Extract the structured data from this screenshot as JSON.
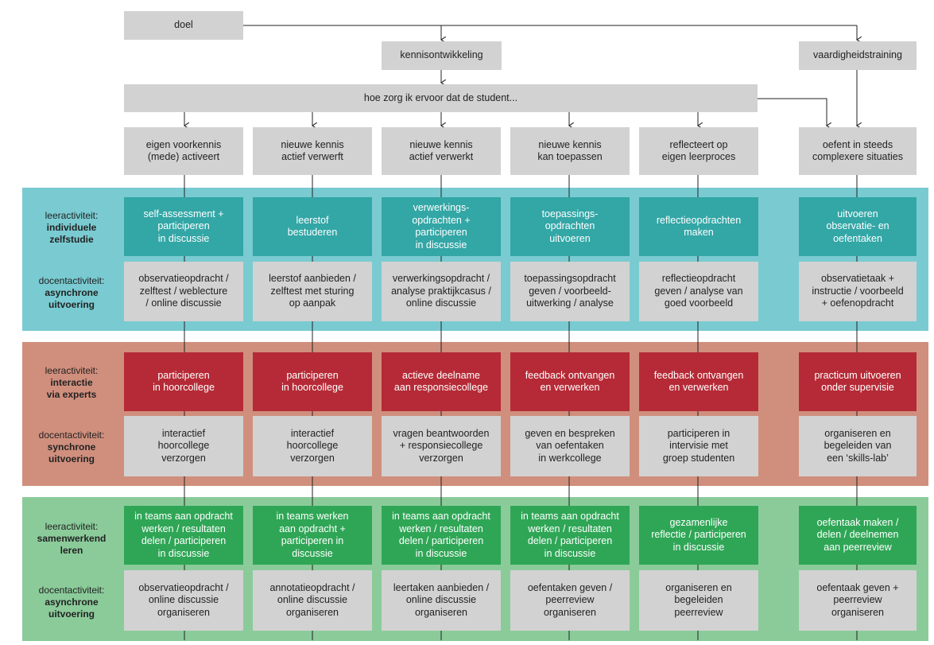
{
  "colors": {
    "grey_box": "#d2d2d2",
    "band_individual": "#79cbd1",
    "band_experts": "#d08f7d",
    "band_cooperative": "#8bcb9a",
    "teal_box": "#33a6a6",
    "red_box": "#b52a36",
    "green_box": "#2fa656"
  },
  "top": {
    "doel": "doel",
    "kennisontwikkeling": "kennisontwikkeling",
    "vaardigheidstraining": "vaardigheidstraining",
    "question": "hoe zorg ik ervoor dat de student..."
  },
  "outcomes": [
    "eigen voorkennis\n(mede) activeert",
    "nieuwe kennis\nactief verwerft",
    "nieuwe kennis\nactief verwerkt",
    "nieuwe kennis\nkan toepassen",
    "reflecteert op\neigen leerproces",
    "oefent in steeds\ncomplexere situaties"
  ],
  "sections": [
    {
      "student_label_key": "leeractiviteit:",
      "student_label_value": "individuele\nzelfstudie",
      "teacher_label_key": "docentactiviteit:",
      "teacher_label_value": "asynchrone\nuitvoering",
      "student_cells": [
        "self-assessment +\nparticiperen\nin discussie",
        "leerstof\nbestuderen",
        "verwerkings-\nopdrachten +\nparticiperen\nin discussie",
        "toepassings-\nopdrachten\nuitvoeren",
        "reflectieopdrachten\nmaken",
        "uitvoeren\nobservatie- en\noefentaken"
      ],
      "teacher_cells": [
        "observatieopdracht /\nzelftest / weblecture\n/ online discussie",
        "leerstof aanbieden /\nzelftest met sturing\nop aanpak",
        "verwerkingsopdracht /\nanalyse praktijkcasus /\nonline discussie",
        "toepassingsopdracht\ngeven / voorbeeld-\nuitwerking / analyse",
        "reflectieopdracht\ngeven / analyse van\ngoed voorbeeld",
        "observatietaak +\ninstructie / voorbeeld\n+ oefenopdracht"
      ]
    },
    {
      "student_label_key": "leeractiviteit:",
      "student_label_value": "interactie\nvia experts",
      "teacher_label_key": "docentactiviteit:",
      "teacher_label_value": "synchrone\nuitvoering",
      "student_cells": [
        "participeren\nin hoorcollege",
        "participeren\nin hoorcollege",
        "actieve deelname\naan responsiecollege",
        "feedback ontvangen\nen verwerken",
        "feedback ontvangen\nen verwerken",
        "practicum uitvoeren\nonder supervisie"
      ],
      "teacher_cells": [
        "interactief\nhoorcollege\nverzorgen",
        "interactief\nhoorcollege\nverzorgen",
        "vragen beantwoorden\n+ responsiecollege\nverzorgen",
        "geven en bespreken\nvan oefentaken\nin werkcollege",
        "participeren in\nintervisie met\ngroep studenten",
        "organiseren en\nbegeleiden van\neen ‘skills-lab’"
      ]
    },
    {
      "student_label_key": "leeractiviteit:",
      "student_label_value": "samenwerkend\nleren",
      "teacher_label_key": "docentactiviteit:",
      "teacher_label_value": "asynchrone\nuitvoering",
      "student_cells": [
        "in teams aan opdracht\nwerken / resultaten\ndelen / participeren\nin discussie",
        "in teams werken\naan opdracht +\nparticiperen in\ndiscussie",
        "in teams aan opdracht\nwerken / resultaten\ndelen / participeren\nin discussie",
        "in teams aan opdracht\nwerken / resultaten\ndelen / participeren\nin discussie",
        "gezamenlijke\nreflectie / participeren\nin discussie",
        "oefentaak maken /\ndelen / deelnemen\naan peerreview"
      ],
      "teacher_cells": [
        "observatieopdracht /\nonline discussie\norganiseren",
        "annotatieopdracht /\nonline discussie\norganiseren",
        "leertaken aanbieden /\nonline discussie\norganiseren",
        "oefentaken geven /\npeerreview\norganiseren",
        "organiseren en\nbegeleiden\npeerreview",
        "oefentaak geven +\npeerreview\norganiseren"
      ]
    }
  ]
}
